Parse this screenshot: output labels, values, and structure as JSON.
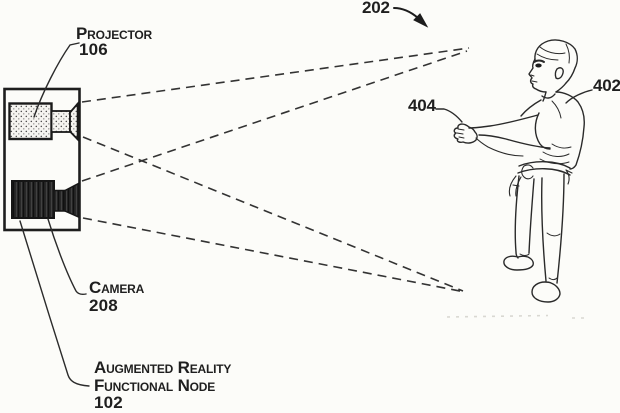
{
  "figure": {
    "type": "patent-line-drawing",
    "colors": {
      "background": "#fcfcf9",
      "ink": "#2a2a2a",
      "beam": "#333333",
      "stipple_fill": "#f5f4f0",
      "dark_fill": "#242424"
    },
    "labels": {
      "scene_ref": "202",
      "projector_name": "Projector",
      "projector_ref": "106",
      "camera_name": "Camera",
      "camera_ref": "208",
      "arfn_name_line1": "Augmented Reality",
      "arfn_name_line2": "Functional Node",
      "arfn_ref": "102",
      "hand_ref": "404",
      "person_ref": "402"
    }
  }
}
